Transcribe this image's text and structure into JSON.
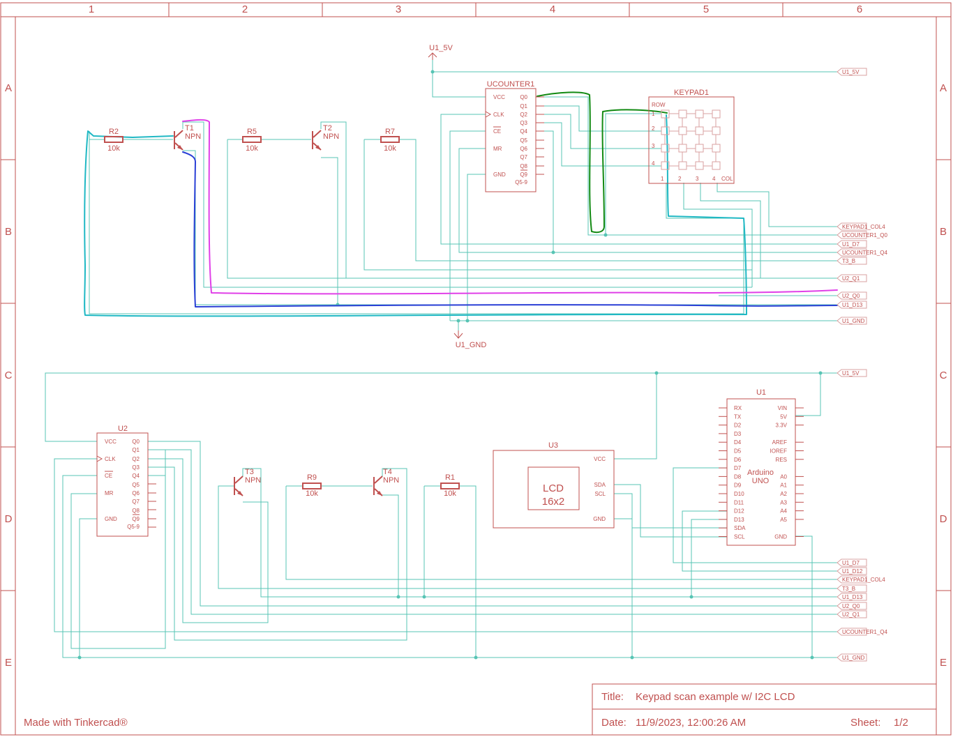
{
  "grid": {
    "columns": [
      "1",
      "2",
      "3",
      "4",
      "5",
      "6"
    ],
    "rows": [
      "A",
      "B",
      "C",
      "D",
      "E"
    ]
  },
  "title_block": {
    "title_label": "Title:",
    "title": "Keypad scan example w/ I2C LCD",
    "date_label": "Date:",
    "date": "11/9/2023, 12:00:26 AM",
    "sheet_label": "Sheet:",
    "sheet": "1/2",
    "made_with": "Made with Tinkercad®"
  },
  "power": {
    "u1_5v": "U1_5V",
    "u1_gnd": "U1_GND"
  },
  "resistors": {
    "R2": {
      "name": "R2",
      "value": "10k"
    },
    "R5": {
      "name": "R5",
      "value": "10k"
    },
    "R7": {
      "name": "R7",
      "value": "10k"
    },
    "R9": {
      "name": "R9",
      "value": "10k"
    },
    "R1": {
      "name": "R1",
      "value": "10k"
    }
  },
  "transistors": {
    "T1": {
      "name": "T1",
      "type": "NPN"
    },
    "T2": {
      "name": "T2",
      "type": "NPN"
    },
    "T3": {
      "name": "T3",
      "type": "NPN"
    },
    "T4": {
      "name": "T4",
      "type": "NPN"
    }
  },
  "ucounter1": {
    "name": "UCOUNTER1",
    "left_pins": [
      "VCC",
      "CLK",
      "CE",
      "MR",
      "GND"
    ],
    "right_pins": [
      "Q0",
      "Q1",
      "Q2",
      "Q3",
      "Q4",
      "Q5",
      "Q6",
      "Q7",
      "Q8",
      "Q9",
      "Q5-9"
    ]
  },
  "u2": {
    "name": "U2",
    "left_pins": [
      "VCC",
      "CLK",
      "CE",
      "MR",
      "GND"
    ],
    "right_pins": [
      "Q0",
      "Q1",
      "Q2",
      "Q3",
      "Q4",
      "Q5",
      "Q6",
      "Q7",
      "Q8",
      "Q9",
      "Q5-9"
    ]
  },
  "keypad": {
    "name": "KEYPAD1",
    "row_label": "ROW",
    "col_label": "COL",
    "row_numbers": [
      "1",
      "2",
      "3",
      "4"
    ],
    "col_numbers": [
      "1",
      "2",
      "3",
      "4"
    ]
  },
  "u3": {
    "name": "U3",
    "screen": [
      "LCD",
      "16x2"
    ],
    "pins": [
      "VCC",
      "SDA",
      "SCL",
      "GND"
    ]
  },
  "u1": {
    "name": "U1",
    "label": [
      "Arduino",
      "UNO"
    ],
    "left_pins": [
      "RX",
      "TX",
      "D2",
      "D3",
      "D4",
      "D5",
      "D6",
      "D7",
      "D8",
      "D9",
      "D10",
      "D11",
      "D12",
      "D13",
      "SDA",
      "SCL"
    ],
    "right_pins": [
      "VIN",
      "5V",
      "3.3V",
      "AREF",
      "IOREF",
      "RES",
      "A0",
      "A1",
      "A2",
      "A3",
      "A4",
      "A5",
      "GND"
    ]
  },
  "ports_top": [
    "U1_5V",
    "KEYPAD1_COL4",
    "UCOUNTER1_Q0",
    "U1_D7",
    "UCOUNTER1_Q4",
    "T3_B",
    "U2_Q1",
    "U2_Q0",
    "U1_D13",
    "U1_GND"
  ],
  "ports_bottom": [
    "U1_5V",
    "U1_D7",
    "U1_D12",
    "KEYPAD1_COL4",
    "T3_B",
    "U1_D13",
    "U2_Q0",
    "U2_Q1",
    "UCOUNTER1_Q4",
    "U1_GND"
  ],
  "colors": {
    "frame": "#c0504f",
    "wire": "#57c4b4",
    "highlight_cyan": "#1fb8c4",
    "highlight_magenta": "#e040e8",
    "highlight_blue": "#2a3fd6",
    "highlight_green": "#128a12"
  }
}
